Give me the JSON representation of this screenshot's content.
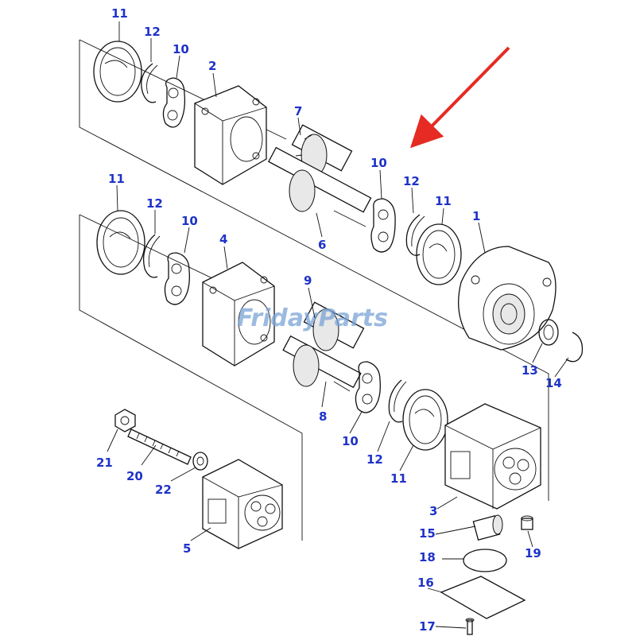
{
  "watermark": "FridayParts",
  "accent_colors": {
    "label": "#1f32c8",
    "arrow": "#e52b24",
    "watermark": "#7aa3d6"
  },
  "callouts": {
    "p11a": "11",
    "p12a": "12",
    "p10a": "10",
    "p2": "2",
    "p7": "7",
    "p6": "6",
    "p10b": "10",
    "p12b": "12",
    "p11b": "11",
    "p1": "1",
    "p11c": "11",
    "p12c": "12",
    "p10c": "10",
    "p4": "4",
    "p9": "9",
    "p13": "13",
    "p14": "14",
    "p8": "8",
    "p10d": "10",
    "p12d": "12",
    "p11d": "11",
    "p21": "21",
    "p20": "20",
    "p22": "22",
    "p5": "5",
    "p3": "3",
    "p15": "15",
    "p19": "19",
    "p18": "18",
    "p16": "16",
    "p17": "17"
  }
}
